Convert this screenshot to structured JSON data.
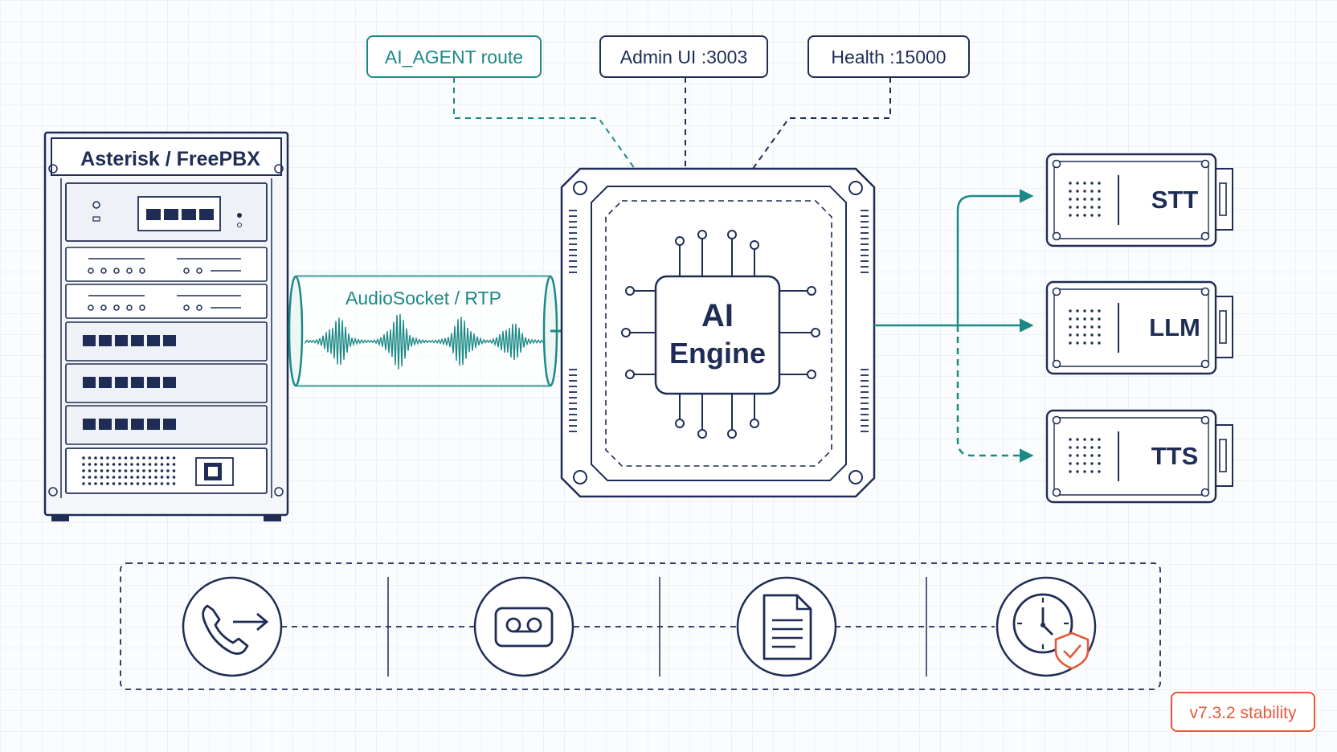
{
  "top_labels": {
    "route": "AI_AGENT route",
    "admin": "Admin UI :3003",
    "health": "Health :15000"
  },
  "pbx": {
    "title": "Asterisk / FreePBX"
  },
  "transport": {
    "label": "AudioSocket / RTP"
  },
  "engine": {
    "line1": "AI",
    "line2": "Engine"
  },
  "services": [
    {
      "label": "STT"
    },
    {
      "label": "LLM"
    },
    {
      "label": "TTS"
    }
  ],
  "pipeline_icons": [
    "phone-transfer-icon",
    "voicemail-icon",
    "document-icon",
    "clock-shield-icon"
  ],
  "version_badge": "v7.3.2 stability",
  "colors": {
    "navy": "#1f2d56",
    "teal": "#1b8a86",
    "orange": "#e4593a",
    "background": "#fbfcfd"
  }
}
